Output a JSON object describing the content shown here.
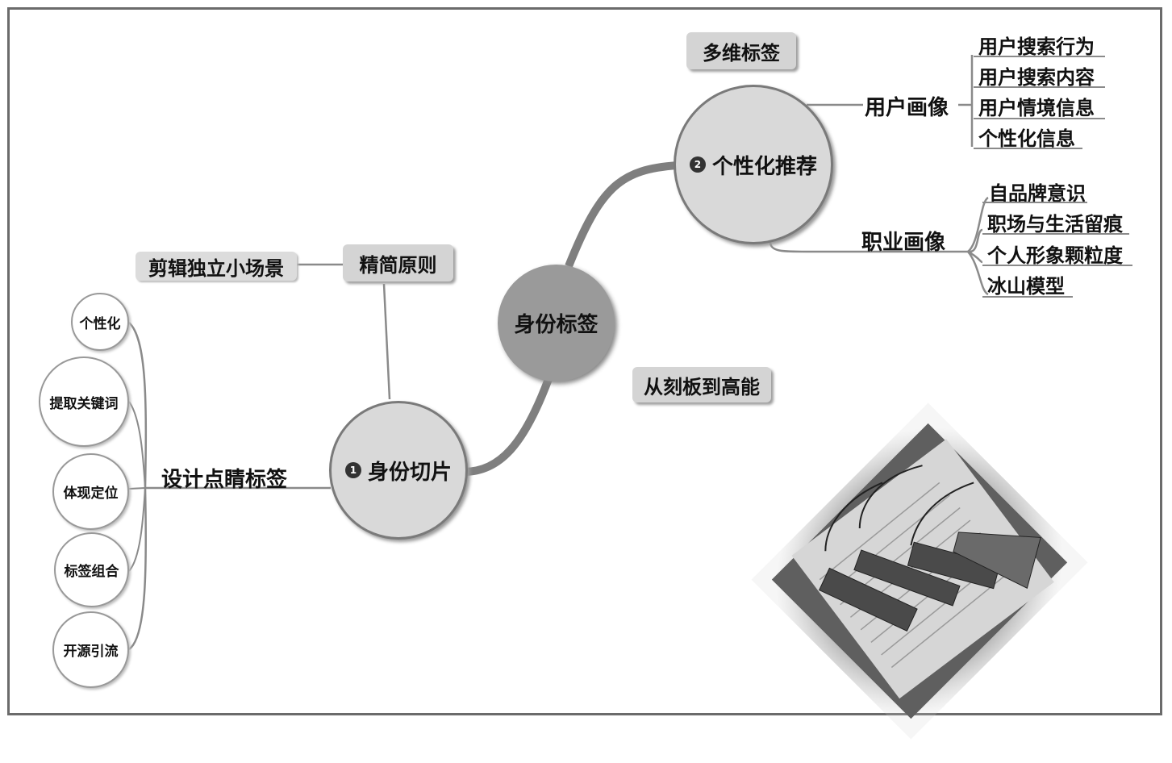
{
  "center": {
    "label": "身份标签"
  },
  "node_identity": {
    "number": "1",
    "label": "身份切片"
  },
  "node_recommend": {
    "number": "2",
    "label": "个性化推荐"
  },
  "principle": {
    "label": "精简原则",
    "child": "剪辑独立小场景"
  },
  "design": {
    "label": "设计点睛标签",
    "items": [
      "个性化",
      "提取关键词",
      "体现定位",
      "标签组合",
      "开源引流"
    ]
  },
  "multi_tag": {
    "label": "多维标签"
  },
  "from_to": {
    "label": "从刻板到高能"
  },
  "user_profile": {
    "label": "用户画像",
    "items": [
      "用户搜索行为",
      "用户搜索内容",
      "用户情境信息",
      "个性化信息"
    ]
  },
  "career_profile": {
    "label": "职业画像",
    "items": [
      "自品牌意识",
      "职场与生活留痕",
      "个人形象颗粒度",
      "冰山模型"
    ]
  },
  "colors": {
    "node_fill": "#d9d9d9",
    "center_fill": "#9a9a9a",
    "line": "#8a8a8a",
    "branch": "#7f7f7f"
  }
}
